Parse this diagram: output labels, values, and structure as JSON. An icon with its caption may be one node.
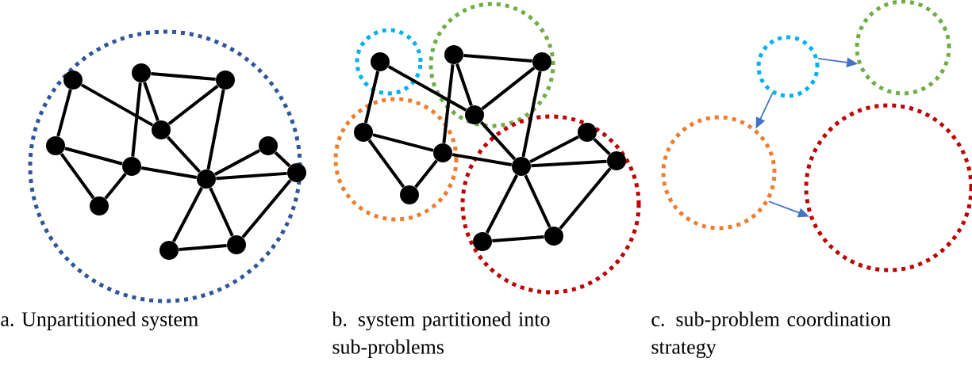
{
  "diagram": {
    "nodes": [
      {
        "text": [],
        "shape": "circle"
      },
      {
        "text": [],
        "shape": "circle",
        "in": 0
      },
      {
        "text": [],
        "shape": "circle",
        "in": 0
      },
      {
        "text": [],
        "shape": "circle",
        "in": 0
      },
      {
        "text": [],
        "shape": "circle",
        "in": 0
      },
      {
        "text": [],
        "shape": "circle",
        "in": 0
      },
      {
        "text": [],
        "shape": "circle",
        "in": 0
      },
      {
        "text": [],
        "shape": "circle",
        "in": 0
      },
      {
        "text": [],
        "shape": "circle",
        "in": 0
      },
      {
        "text": [],
        "shape": "circle",
        "in": 0
      },
      {
        "text": [],
        "shape": "circle",
        "in": 0
      },
      {
        "text": [],
        "shape": "circle",
        "in": 0
      },
      {
        "text": [],
        "shape": "circle",
        "in": 0
      },
      {
        "text": [],
        "shape": "circle"
      },
      {
        "text": [],
        "shape": "circle"
      },
      {
        "text": [],
        "shape": "circle"
      },
      {
        "text": [],
        "shape": "circle"
      },
      {
        "text": [],
        "shape": "circle",
        "in": 13
      },
      {
        "text": [],
        "shape": "circle",
        "in": 14
      },
      {
        "text": [],
        "shape": "circle",
        "in": 14
      },
      {
        "text": [],
        "shape": "circle",
        "in": 14
      },
      {
        "text": [],
        "shape": "circle",
        "in": 15
      },
      {
        "text": [],
        "shape": "circle",
        "in": 15
      },
      {
        "text": [],
        "shape": "circle",
        "in": 16
      },
      {
        "text": [],
        "shape": "circle",
        "in": 16
      },
      {
        "text": [],
        "shape": "circle",
        "in": 16
      },
      {
        "text": [],
        "shape": "circle",
        "in": 15
      },
      {
        "text": [],
        "shape": "circle",
        "in": 16
      },
      {
        "text": [],
        "shape": "circle",
        "in": 16
      },
      {
        "text": [],
        "shape": "circle"
      },
      {
        "text": [],
        "shape": "circle"
      },
      {
        "text": [],
        "shape": "circle"
      },
      {
        "text": [],
        "shape": "circle"
      }
    ],
    "edges": [
      {
        "from": 1,
        "to": 5,
        "arrow": "none"
      },
      {
        "from": 1,
        "to": 4,
        "arrow": "none"
      },
      {
        "from": 2,
        "to": 3,
        "arrow": "none"
      },
      {
        "from": 2,
        "to": 4,
        "arrow": "none"
      },
      {
        "from": 2,
        "to": 6,
        "arrow": "none"
      },
      {
        "from": 3,
        "to": 4,
        "arrow": "none"
      },
      {
        "from": 3,
        "to": 7,
        "arrow": "none"
      },
      {
        "from": 4,
        "to": 7,
        "arrow": "none"
      },
      {
        "from": 5,
        "to": 6,
        "arrow": "none"
      },
      {
        "from": 5,
        "to": 10,
        "arrow": "none"
      },
      {
        "from": 6,
        "to": 10,
        "arrow": "none"
      },
      {
        "from": 6,
        "to": 7,
        "arrow": "none"
      },
      {
        "from": 7,
        "to": 8,
        "arrow": "none"
      },
      {
        "from": 7,
        "to": 9,
        "arrow": "none"
      },
      {
        "from": 8,
        "to": 9,
        "arrow": "none"
      },
      {
        "from": 7,
        "to": 11,
        "arrow": "none"
      },
      {
        "from": 7,
        "to": 12,
        "arrow": "none"
      },
      {
        "from": 11,
        "to": 12,
        "arrow": "none"
      },
      {
        "from": 12,
        "to": 9,
        "arrow": "none"
      },
      {
        "from": 17,
        "to": 21,
        "arrow": "none"
      },
      {
        "from": 17,
        "to": 20,
        "arrow": "none"
      },
      {
        "from": 18,
        "to": 19,
        "arrow": "none"
      },
      {
        "from": 18,
        "to": 20,
        "arrow": "none"
      },
      {
        "from": 18,
        "to": 22,
        "arrow": "none"
      },
      {
        "from": 19,
        "to": 20,
        "arrow": "none"
      },
      {
        "from": 19,
        "to": 23,
        "arrow": "none"
      },
      {
        "from": 20,
        "to": 23,
        "arrow": "none"
      },
      {
        "from": 21,
        "to": 22,
        "arrow": "none"
      },
      {
        "from": 21,
        "to": 26,
        "arrow": "none"
      },
      {
        "from": 22,
        "to": 26,
        "arrow": "none"
      },
      {
        "from": 22,
        "to": 23,
        "arrow": "none"
      },
      {
        "from": 23,
        "to": 24,
        "arrow": "none"
      },
      {
        "from": 23,
        "to": 25,
        "arrow": "none"
      },
      {
        "from": 24,
        "to": 25,
        "arrow": "none"
      },
      {
        "from": 23,
        "to": 27,
        "arrow": "none"
      },
      {
        "from": 23,
        "to": 28,
        "arrow": "none"
      },
      {
        "from": 27,
        "to": 28,
        "arrow": "none"
      },
      {
        "from": 28,
        "to": 25,
        "arrow": "none"
      },
      {
        "from": 29,
        "to": 30,
        "arrow": "to",
        "color": "#4472c4"
      },
      {
        "from": 29,
        "to": 31,
        "arrow": "to",
        "color": "#4472c4"
      },
      {
        "from": 31,
        "to": 32,
        "arrow": "to",
        "color": "#4472c4"
      }
    ],
    "labels": [
      "a. Unpartitioned system",
      "b. system partitioned into sub-problems",
      "c. sub-problem coordination strategy"
    ]
  }
}
